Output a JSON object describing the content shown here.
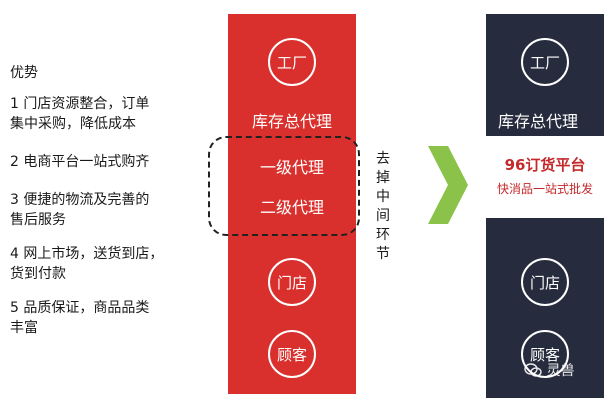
{
  "advantages": {
    "title": "优势",
    "items": [
      {
        "line1": "1 门店资源整合，订单",
        "line2": "集中采购，降低成本"
      },
      {
        "line1": "2 电商平台一站式购齐",
        "line2": ""
      },
      {
        "line1": "3 便捷的物流及完善的",
        "line2": "售后服务"
      },
      {
        "line1": "4 网上市场，送货到店，",
        "line2": "货到付款"
      },
      {
        "line1": "5 品质保证，商品品类",
        "line2": "丰富"
      }
    ]
  },
  "traditional": {
    "factory": "工厂",
    "general_agent": "库存总代理",
    "level1_agent": "一级代理",
    "level2_agent": "二级代理",
    "store": "门店",
    "customer": "顾客"
  },
  "remove_label": "去掉中间环节",
  "platform": {
    "factory": "工厂",
    "general_agent": "库存总代理",
    "name": "96订货平台",
    "tagline": "快消品一站式批发",
    "store": "门店",
    "customer": "顾客"
  },
  "watermark": "灵兽",
  "colors": {
    "red_column": "#d9302d",
    "dark_column": "#262b3d",
    "arrow": "#8bc34a",
    "platform_text": "#c4282b"
  }
}
